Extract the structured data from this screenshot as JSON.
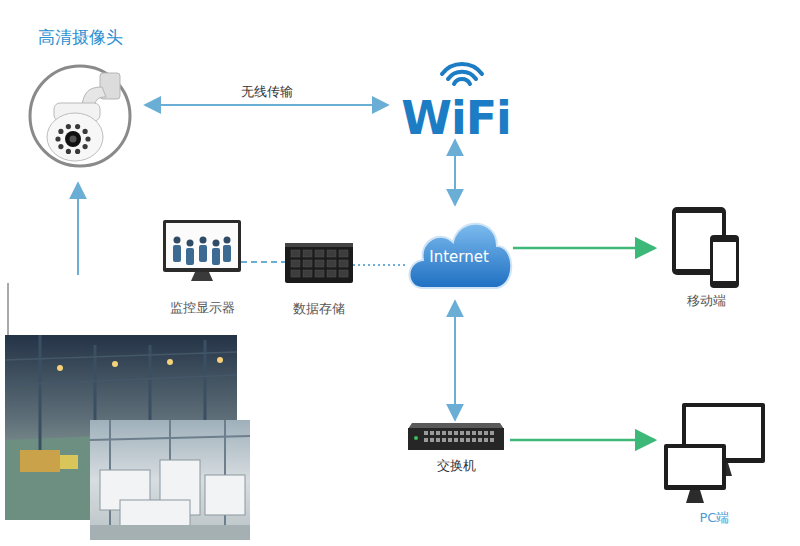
{
  "diagram": {
    "nodes": [
      {
        "text": [
          "高清摄像头"
        ]
      },
      {
        "text": [
          "WiFi"
        ]
      },
      {
        "text": [
          "监控显示器"
        ]
      },
      {
        "text": [
          "数据存储"
        ]
      },
      {
        "text": [
          "Internet"
        ]
      },
      {
        "text": [
          "移动端"
        ]
      },
      {
        "text": [
          "交换机"
        ]
      },
      {
        "text": [
          "PC端"
        ]
      }
    ],
    "edges": [
      {
        "from": 0,
        "to": 1,
        "arrow": "both",
        "label": "无线传输"
      },
      {
        "from": 1,
        "to": 4,
        "arrow": "both"
      },
      {
        "from": 2,
        "to": 3,
        "arrow": "none"
      },
      {
        "from": 3,
        "to": 4,
        "arrow": "none"
      },
      {
        "from": 4,
        "to": 5,
        "arrow": "to"
      },
      {
        "from": 4,
        "to": 6,
        "arrow": "both"
      },
      {
        "from": 6,
        "to": 7,
        "arrow": "to"
      }
    ]
  }
}
